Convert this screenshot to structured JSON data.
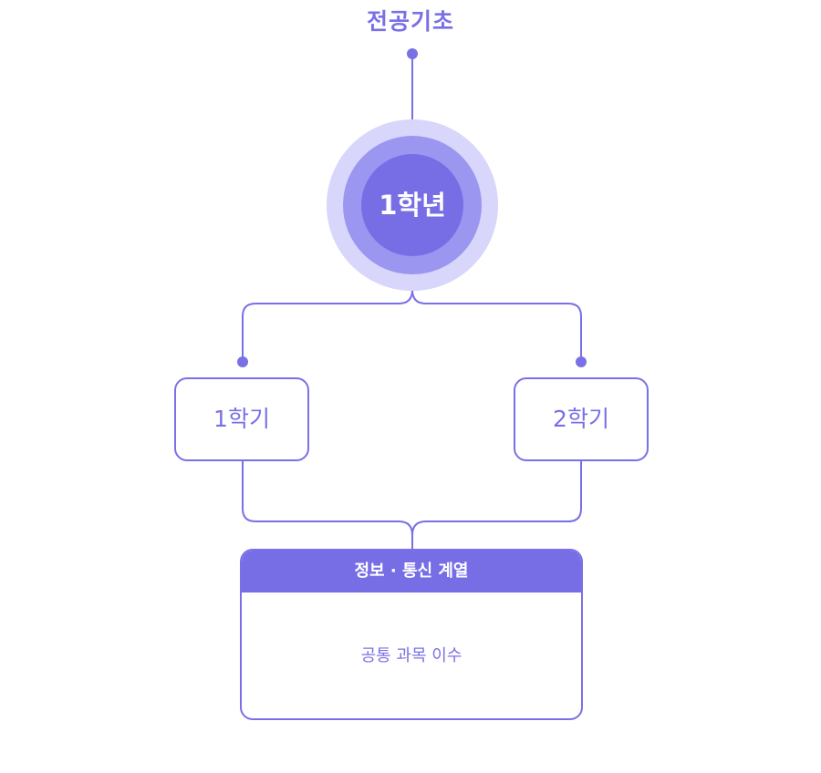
{
  "diagram": {
    "title": "전공기초",
    "year": "1학년",
    "semesters": [
      {
        "label": "1학기"
      },
      {
        "label": "2학기"
      }
    ],
    "track": {
      "header": "정보 · 통신 계열",
      "body": "공통 과목 이수"
    }
  },
  "colors": {
    "accent": "#7a70e6",
    "ring_outer": "#d8d6fa",
    "ring_mid": "#9b96ef",
    "ring_inner": "#776ee6"
  }
}
